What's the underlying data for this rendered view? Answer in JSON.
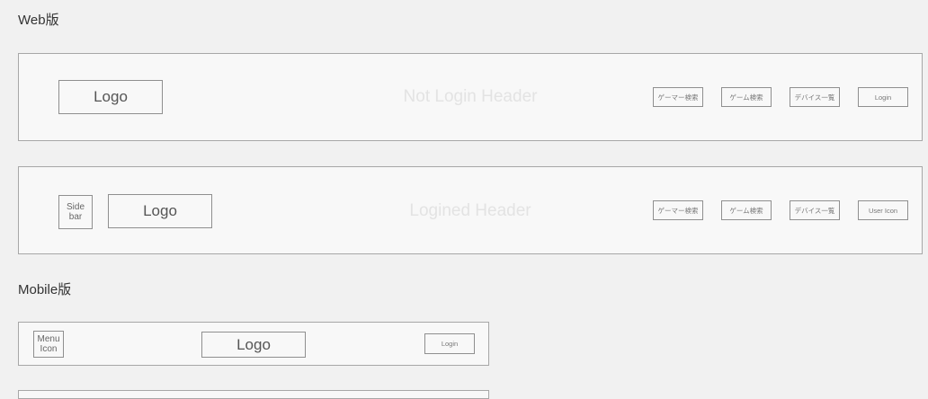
{
  "sections": {
    "web_title": "Web版",
    "mobile_title": "Mobile版"
  },
  "web_not_login": {
    "logo": "Logo",
    "label": "Not Login Header",
    "nav": [
      "ゲーマー検索",
      "ゲーム検索",
      "デバイス一覧",
      "Login"
    ]
  },
  "web_logined": {
    "sidebar": "Side bar",
    "logo": "Logo",
    "label": "Logined Header",
    "nav": [
      "ゲーマー検索",
      "ゲーム検索",
      "デバイス一覧",
      "User Icon"
    ]
  },
  "mobile": {
    "menu_icon": "Menu Icon",
    "logo": "Logo",
    "login": "Login"
  }
}
